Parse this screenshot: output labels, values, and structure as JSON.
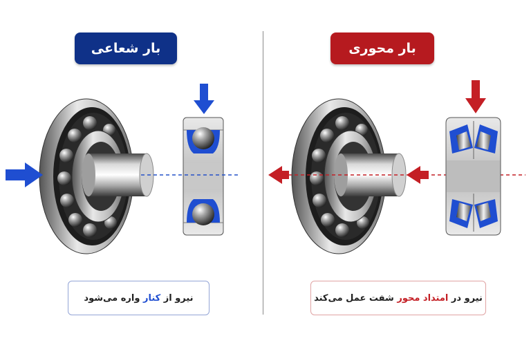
{
  "radial": {
    "title": "بار شعاعی",
    "caption_before": "نیرو از ",
    "caption_highlight": "کنار",
    "caption_after": " واره می‌شود",
    "accent_color": "#1f4ed1",
    "badge_color": "#0f3188"
  },
  "axial": {
    "title": "بار محوری",
    "caption_before": "نیرو در ",
    "caption_highlight": "امتداد محور",
    "caption_after": " شفت عمل می‌کند",
    "accent_color": "#c41f25",
    "badge_color": "#b61a1f"
  }
}
